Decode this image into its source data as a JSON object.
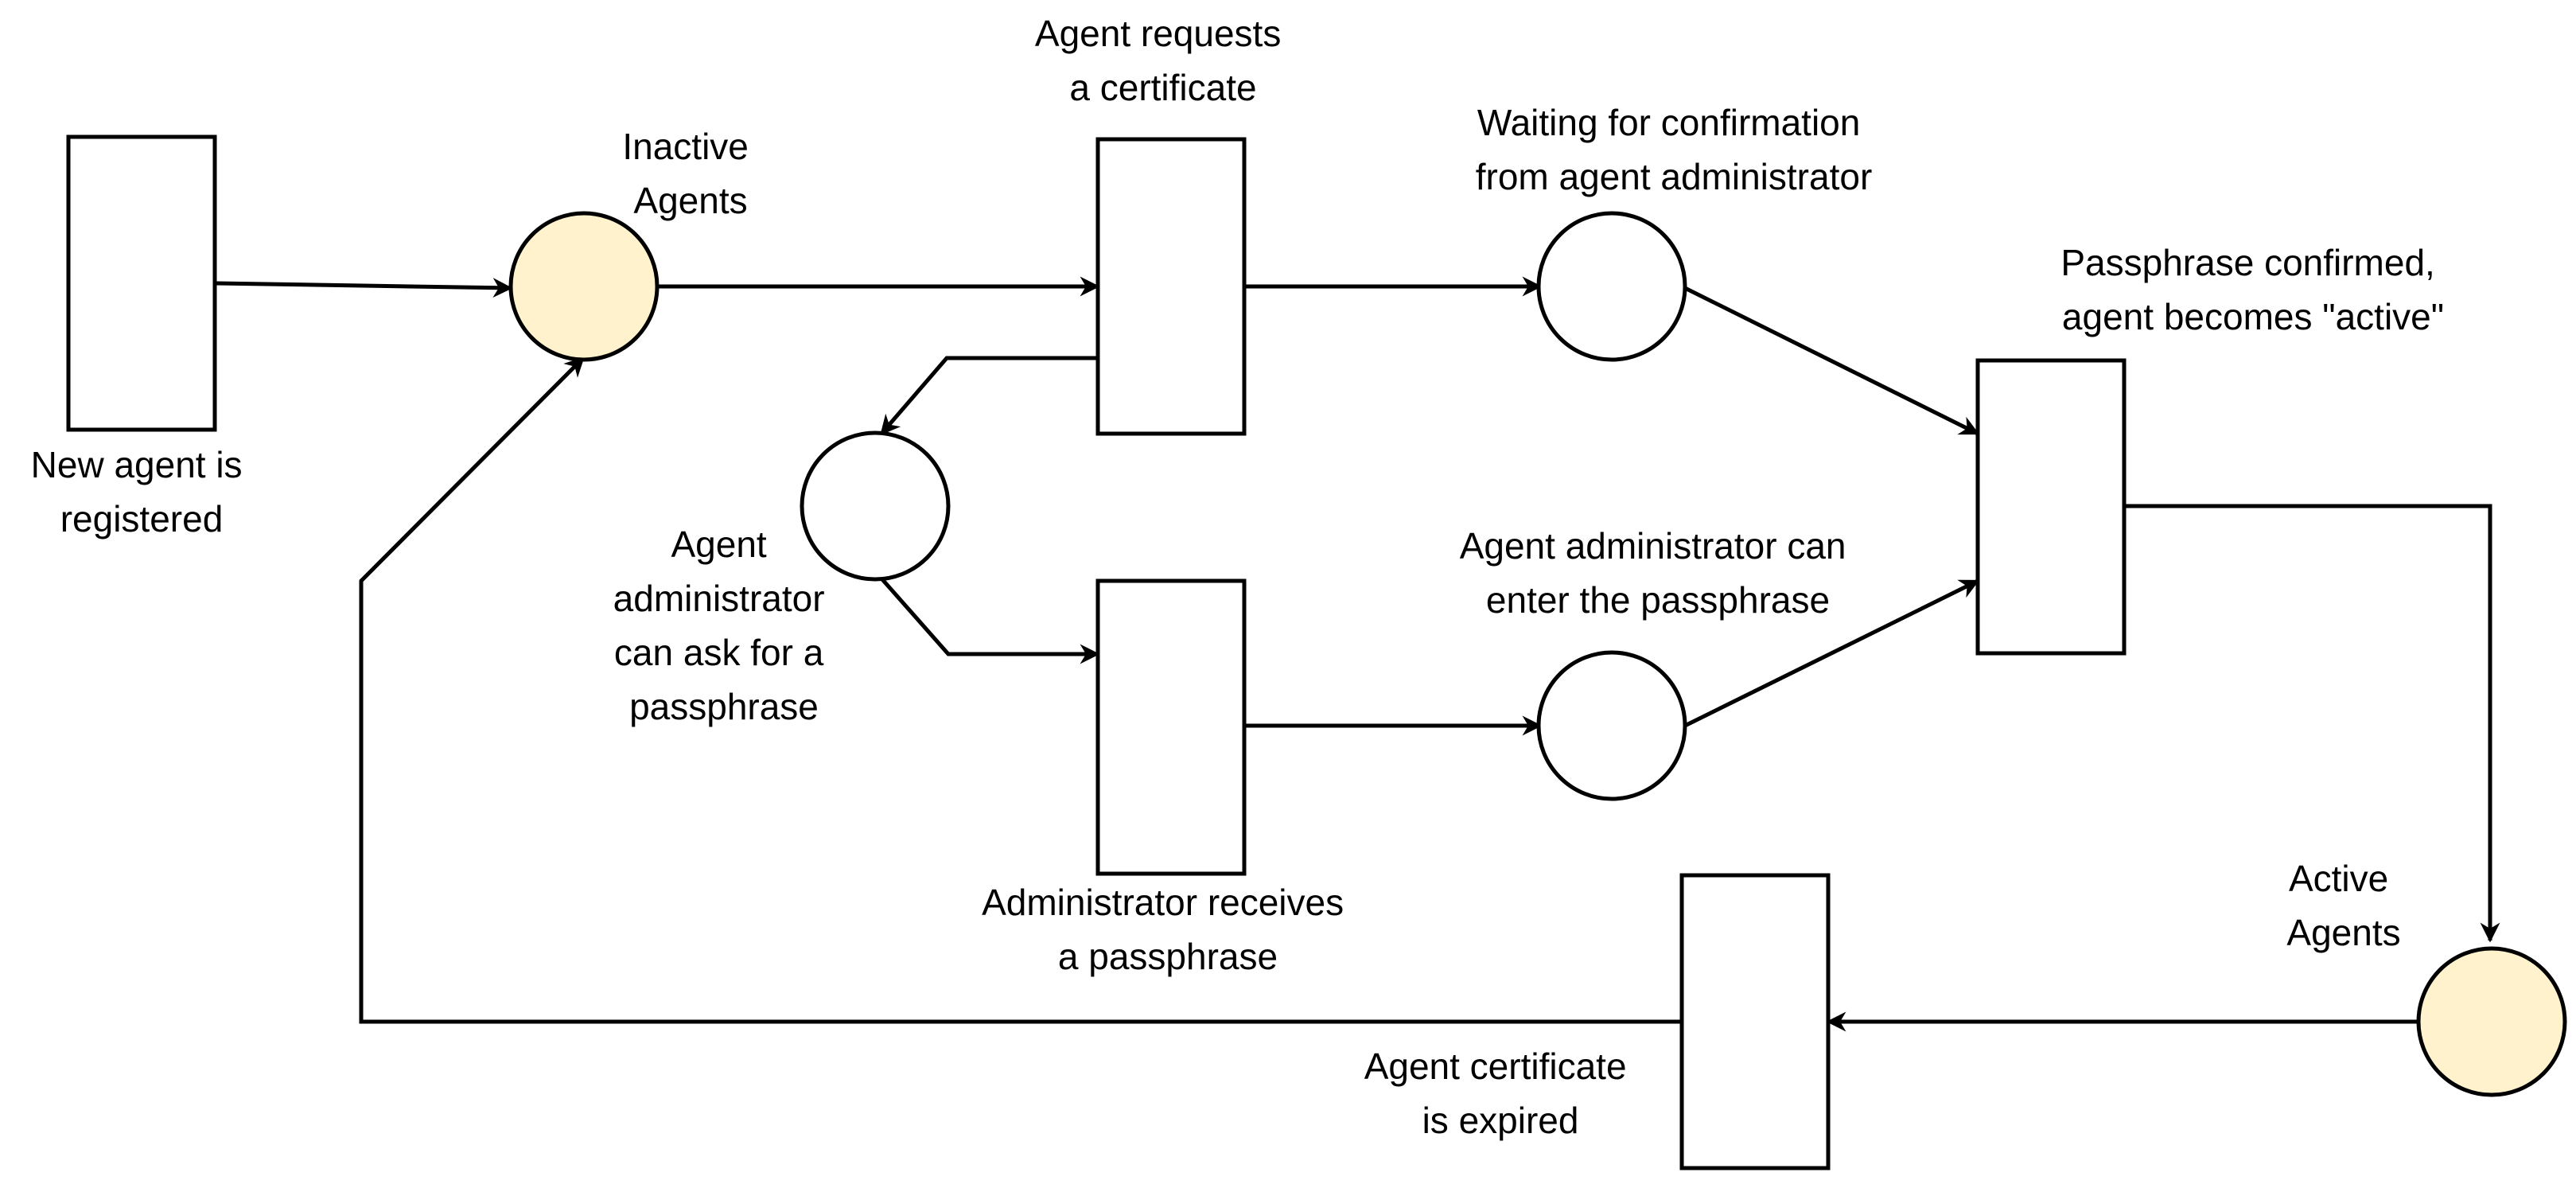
{
  "colors": {
    "stroke": "#000000",
    "token_place_fill": "#fff2cc",
    "empty_place_fill": "#ffffff",
    "background": "#ffffff"
  },
  "labels": {
    "new_agent": [
      "New agent is",
      "registered"
    ],
    "inactive_agents": [
      "Inactive",
      "Agents"
    ],
    "agent_requests": [
      "Agent requests",
      "a certificate"
    ],
    "waiting_confirmation": [
      "Waiting for confirmation",
      "from agent administrator"
    ],
    "ask_passphrase": [
      "Agent",
      "administrator",
      "can ask for a",
      "passphrase"
    ],
    "admin_receives": [
      "Administrator receives",
      "a passphrase"
    ],
    "enter_passphrase": [
      "Agent administrator can",
      "enter the passphrase"
    ],
    "passphrase_confirmed": [
      "Passphrase confirmed,",
      "agent becomes \"active\""
    ],
    "active_agents": [
      "Active",
      "Agents"
    ],
    "certificate_expired": [
      "Agent certificate",
      "is expired"
    ]
  }
}
